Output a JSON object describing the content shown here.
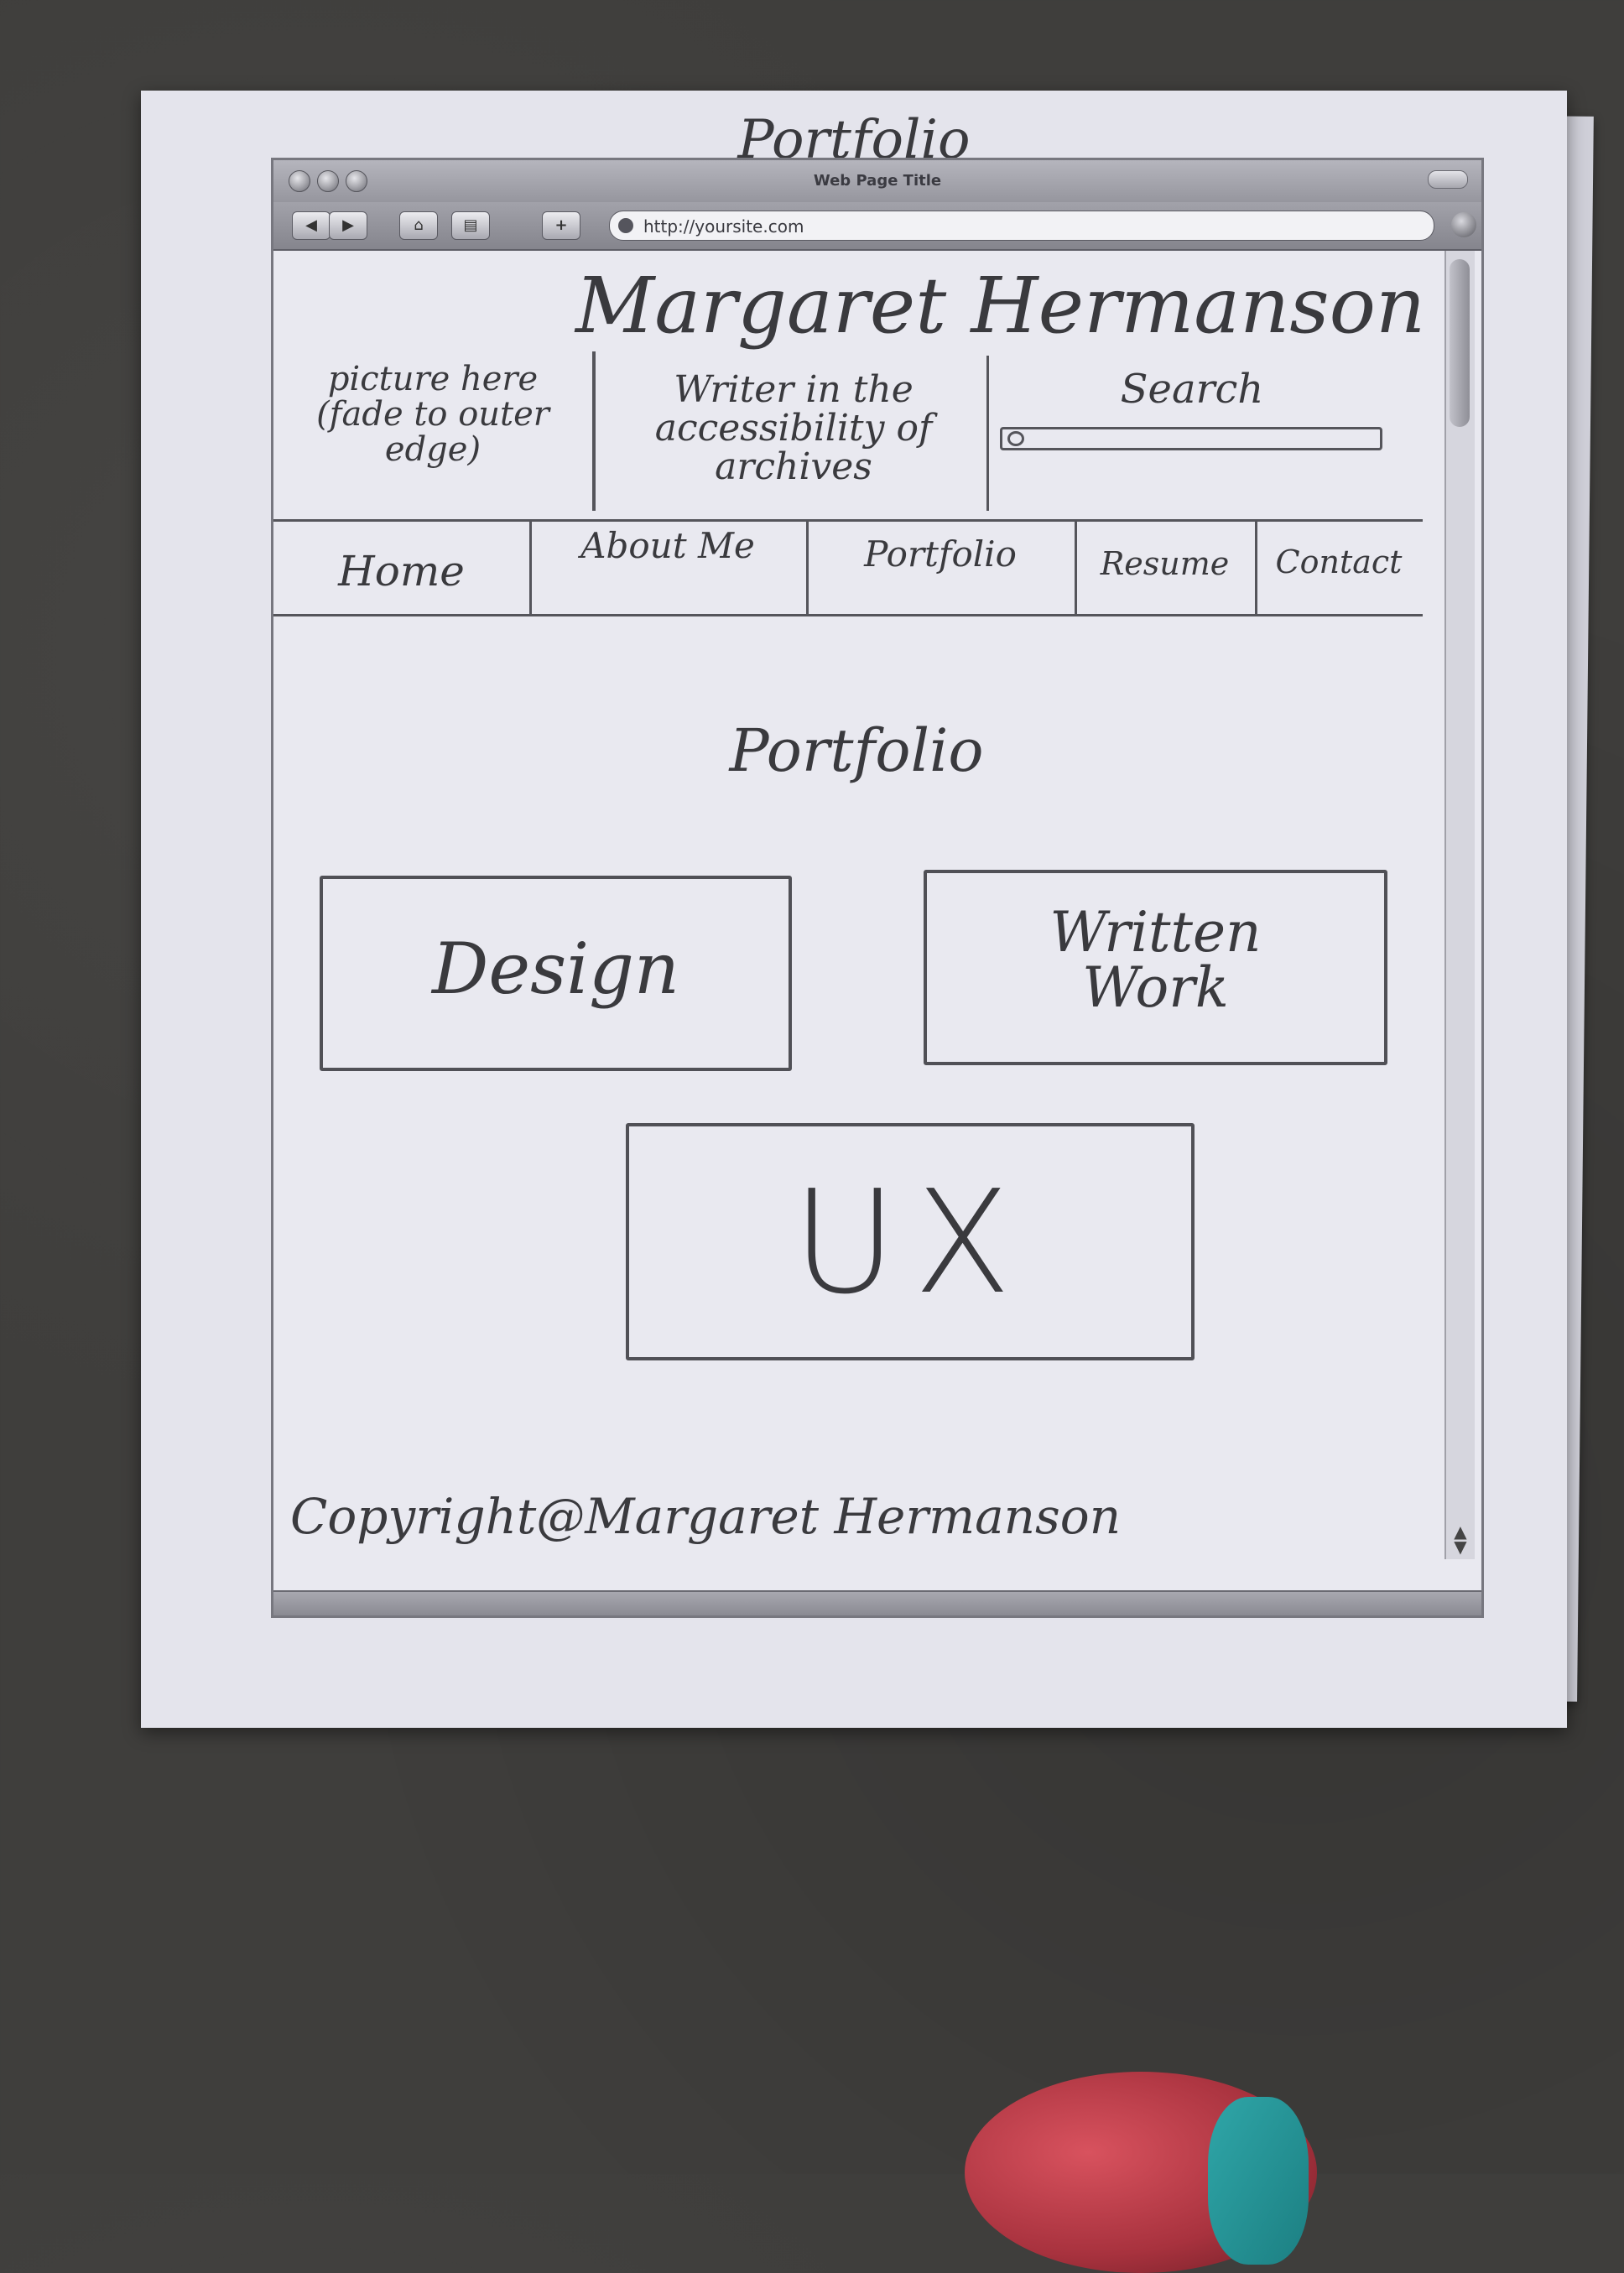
{
  "paper": {
    "title": "Portfolio"
  },
  "browser": {
    "window_title": "Web Page Title",
    "url": "http://yoursite.com",
    "toolbar": {
      "back": "◀",
      "forward": "▶",
      "home": "⌂",
      "bookmarks": "▤",
      "add": "+"
    }
  },
  "site": {
    "name": "Margaret Hermanson",
    "header": {
      "picture_placeholder": "picture here (fade to outer edge)",
      "tagline": "Writer in the accessibility of archives",
      "search_label": "Search"
    },
    "nav": [
      {
        "label": "Home"
      },
      {
        "label": "About Me"
      },
      {
        "label": "Portfolio"
      },
      {
        "label": "Resume"
      },
      {
        "label": "Contact"
      }
    ],
    "main": {
      "heading": "Portfolio",
      "tiles": {
        "design": "Design",
        "written_work": "Written Work",
        "ux": "UX"
      }
    },
    "footer": "Copyright@Margaret Hermanson"
  },
  "icons": {
    "scroll_up": "▲",
    "scroll_down": "▼"
  },
  "colors": {
    "pencil": "#3a3a3e",
    "paper": "#e4e4ec",
    "chrome": "#96969e"
  }
}
